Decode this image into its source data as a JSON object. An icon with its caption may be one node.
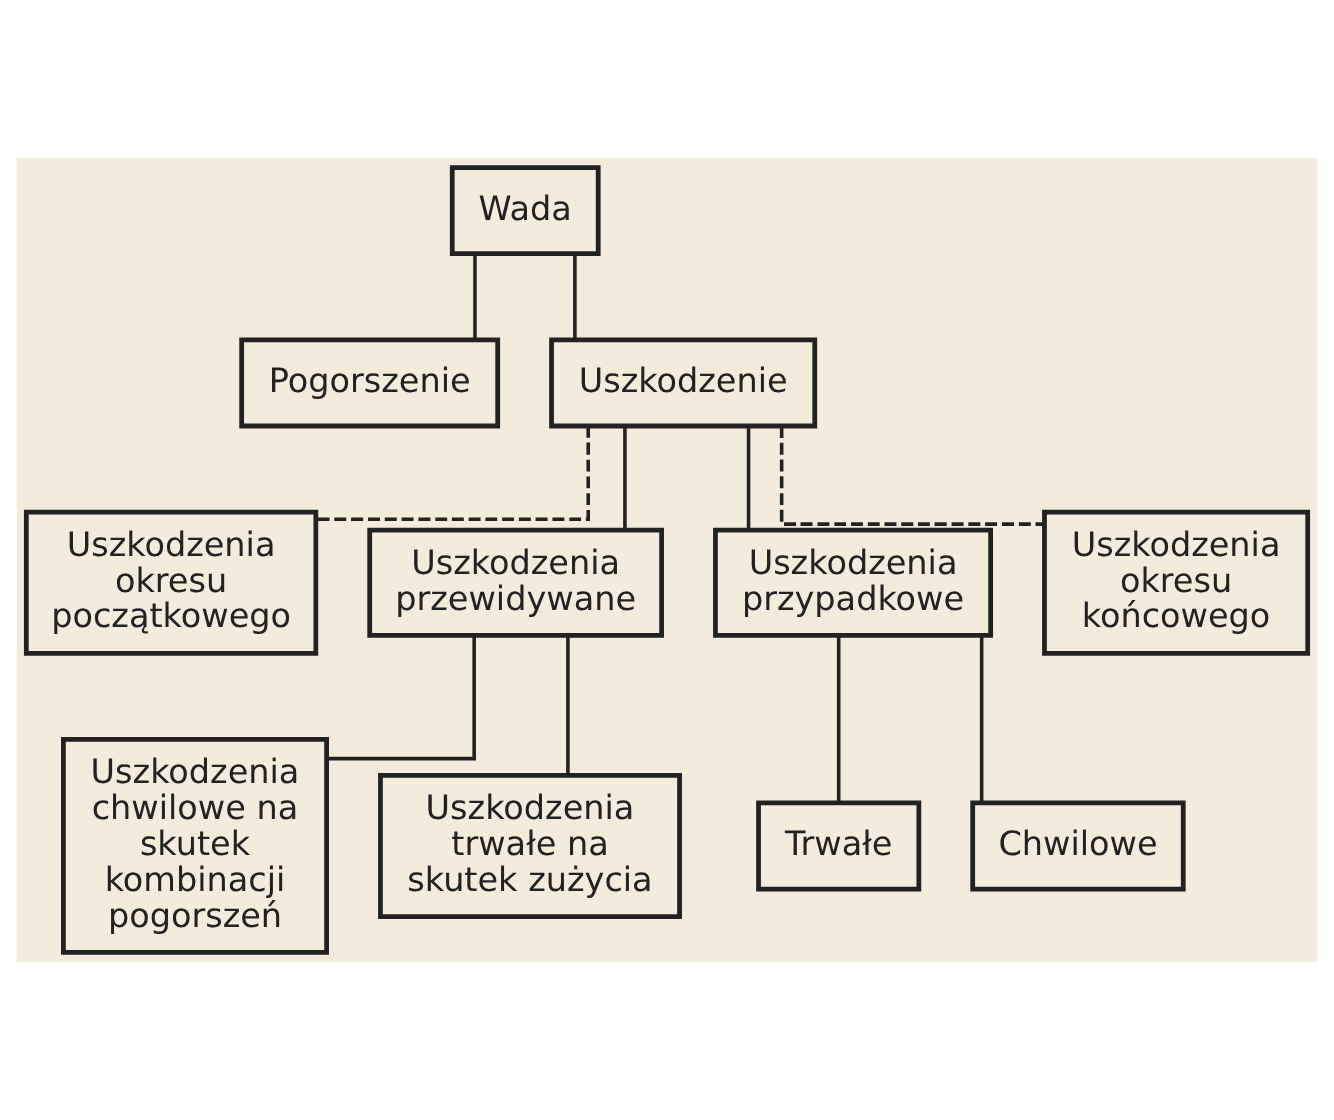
{
  "diagram": {
    "nodes": [
      {
        "text": [
          "Wada"
        ]
      },
      {
        "text": [
          "Pogorszenie"
        ]
      },
      {
        "text": [
          "Uszkodzenie"
        ]
      },
      {
        "text": [
          "Uszkodzenia okresu początkowego"
        ]
      },
      {
        "text": [
          "Uszkodzenia przewidywane"
        ]
      },
      {
        "text": [
          "Uszkodzenia przypadkowe"
        ]
      },
      {
        "text": [
          "Uszkodzenia okresu końcowego"
        ]
      },
      {
        "text": [
          "Uszkodzenia chwilowe na skutek kombinacji pogorszeń"
        ]
      },
      {
        "text": [
          "Uszkodzenia trwałe na skutek zużycia"
        ]
      },
      {
        "text": [
          "Trwałe"
        ]
      },
      {
        "text": [
          "Chwilowe"
        ]
      }
    ],
    "edges": [
      {
        "from": 0,
        "to": 1,
        "arrow": "none"
      },
      {
        "from": 0,
        "to": 2,
        "arrow": "none"
      },
      {
        "from": 2,
        "to": 3,
        "arrow": "none",
        "style": "dashed"
      },
      {
        "from": 2,
        "to": 4,
        "arrow": "none"
      },
      {
        "from": 2,
        "to": 5,
        "arrow": "none"
      },
      {
        "from": 2,
        "to": 6,
        "arrow": "none",
        "style": "dashed"
      },
      {
        "from": 4,
        "to": 7,
        "arrow": "none"
      },
      {
        "from": 4,
        "to": 8,
        "arrow": "none"
      },
      {
        "from": 5,
        "to": 9,
        "arrow": "none"
      },
      {
        "from": 5,
        "to": 10,
        "arrow": "none"
      }
    ]
  }
}
